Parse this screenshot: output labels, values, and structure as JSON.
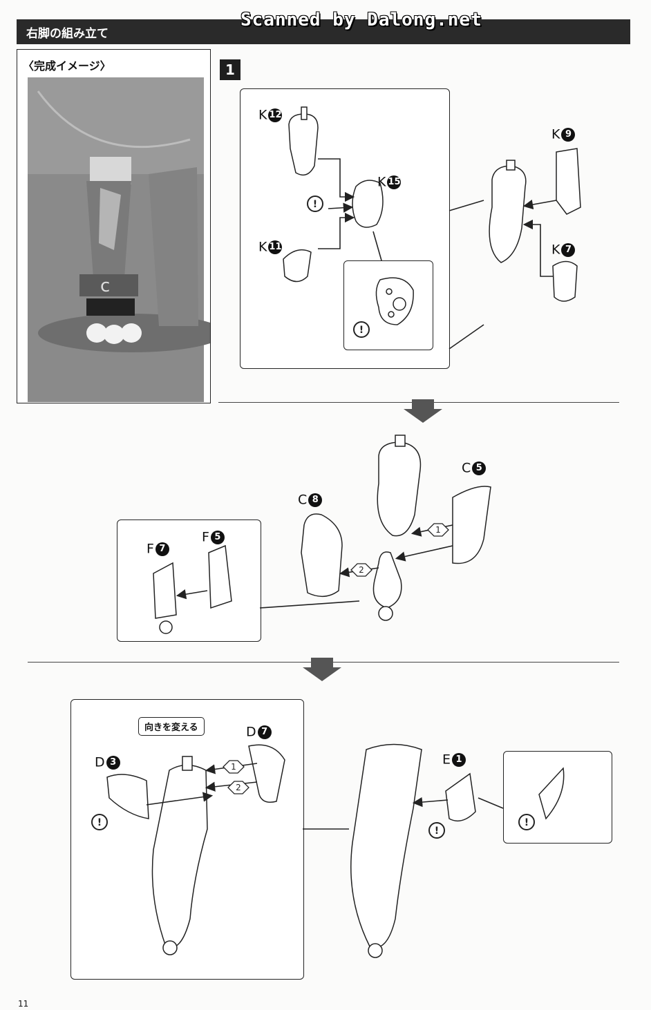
{
  "header": {
    "title": "右脚の組み立て",
    "watermark": "Scanned by Dalong.net"
  },
  "preview": {
    "title": "〈完成イメージ〉"
  },
  "step": {
    "number": "1"
  },
  "parts": {
    "k12": {
      "letter": "K",
      "num": "12"
    },
    "k15": {
      "letter": "K",
      "num": "15"
    },
    "k11": {
      "letter": "K",
      "num": "11"
    },
    "k9": {
      "letter": "K",
      "num": "9"
    },
    "k7": {
      "letter": "K",
      "num": "7"
    },
    "c5": {
      "letter": "C",
      "num": "5"
    },
    "c8": {
      "letter": "C",
      "num": "8"
    },
    "f7": {
      "letter": "F",
      "num": "7"
    },
    "f5": {
      "letter": "F",
      "num": "5"
    },
    "d7": {
      "letter": "D",
      "num": "7"
    },
    "d3": {
      "letter": "D",
      "num": "3"
    },
    "e1": {
      "letter": "E",
      "num": "1"
    }
  },
  "order_marks": [
    "1",
    "2"
  ],
  "caution_mark": "!",
  "note": "向きを変える",
  "page_number": "11"
}
